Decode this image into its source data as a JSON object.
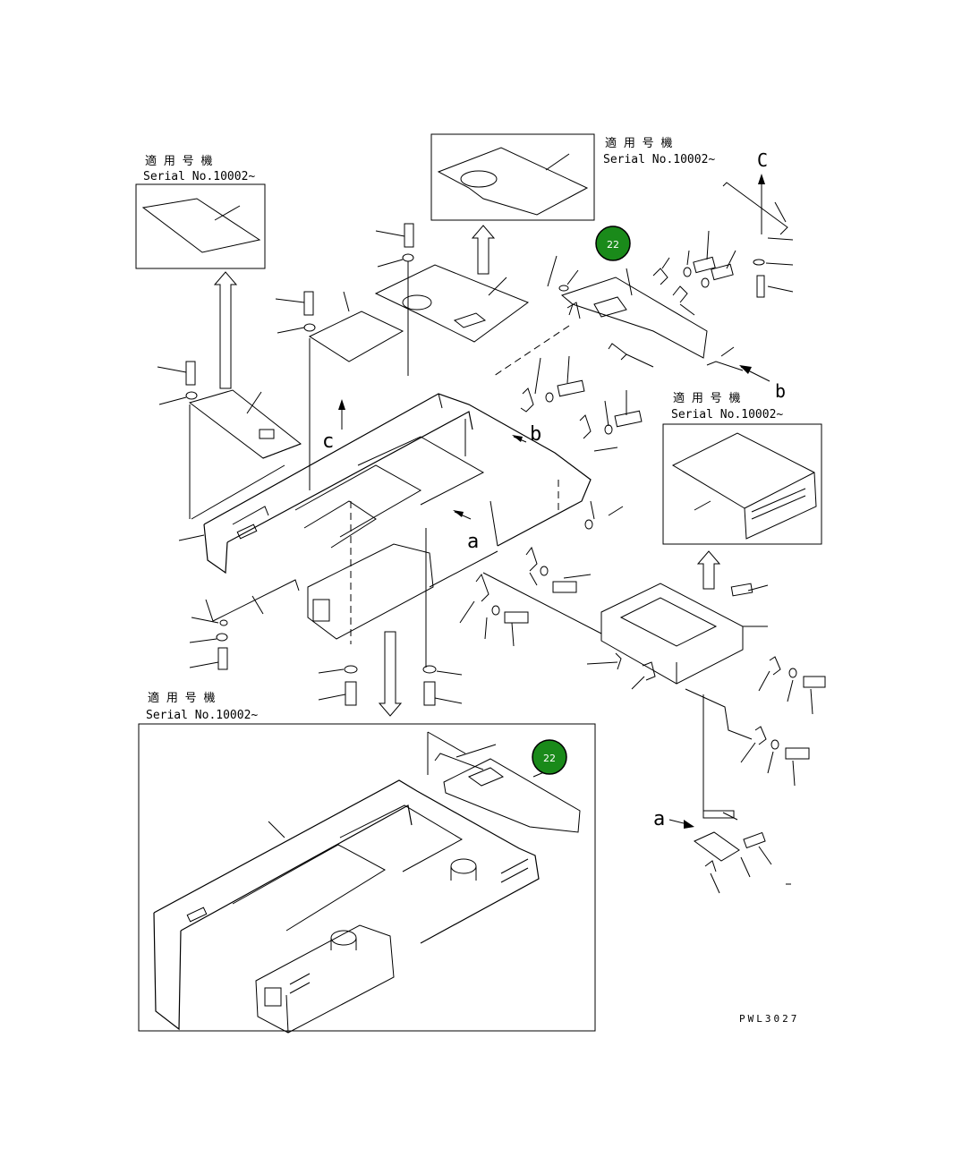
{
  "notes": {
    "note_top_left": {
      "line1": "適 用 号 機",
      "line2": "Serial No.10002~"
    },
    "note_top_right": {
      "line1": "適 用 号 機",
      "line2": "Serial No.10002~"
    },
    "note_mid_right": {
      "line1": "適 用 号 機",
      "line2": "Serial No.10002~"
    },
    "note_bottom": {
      "line1": "適 用 号 機",
      "line2": "Serial No.10002~"
    }
  },
  "view_letters": {
    "c_upper": "C",
    "c_left": "c",
    "b_right": "b",
    "b_center": "b",
    "a_center": "a",
    "a_lower_right": "a"
  },
  "callouts": [
    {
      "label": "22",
      "color": "#1a8a1a"
    },
    {
      "label": "22",
      "color": "#1a8a1a"
    }
  ],
  "drawing_code": "PWL3027"
}
